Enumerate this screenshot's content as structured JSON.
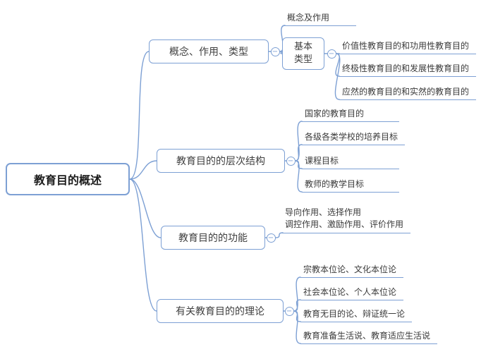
{
  "root": {
    "label": "教育目的概述"
  },
  "branches": [
    {
      "label": "概念、作用、类型",
      "children": [
        {
          "label": "概念及作用"
        },
        {
          "label": "基本\n类型",
          "children": [
            {
              "label": "价值性教育目的和功用性教育目的"
            },
            {
              "label": "终极性教育目的和发展性教育目的"
            },
            {
              "label": "应然的教育目的和实然的教育目的"
            }
          ]
        }
      ]
    },
    {
      "label": "教育目的的层次结构",
      "children": [
        {
          "label": "国家的教育目的"
        },
        {
          "label": "各级各类学校的培养目标"
        },
        {
          "label": "课程目标"
        },
        {
          "label": "教师的教学目标"
        }
      ]
    },
    {
      "label": "教育目的的功能",
      "children": [
        {
          "line1": "导向作用、选择作用",
          "line2": "调控作用、激励作用、评价作用"
        }
      ]
    },
    {
      "label": "有关教育目的的理论",
      "children": [
        {
          "label": "宗教本位论、文化本位论"
        },
        {
          "label": "社会本位论、个人本位论"
        },
        {
          "label": "教育无目的论、辩证统一论"
        },
        {
          "label": "教育准备生活说、教育适应生活说"
        }
      ]
    }
  ],
  "icons": {
    "collapse_glyph": "−",
    "collapse_meaning": "collapse-branch-toggle"
  },
  "colors": {
    "line": "#7da0d4",
    "border": "#7da0d4",
    "text": "#3a3a3a",
    "background": "#ffffff"
  }
}
